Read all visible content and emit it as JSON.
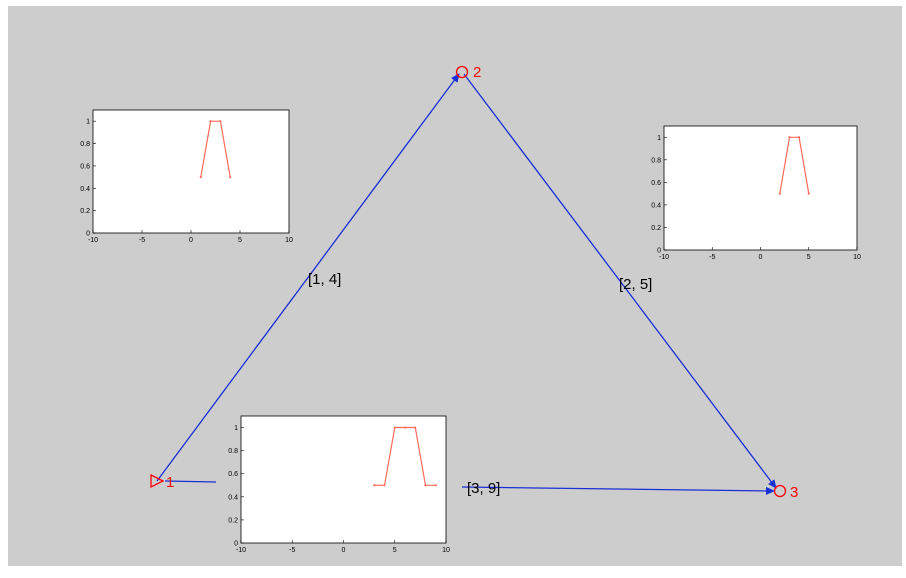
{
  "colors": {
    "background": "#cdcdcd",
    "edge": "#1a2fd6",
    "node": "#ff0000",
    "plot_line": "#ff6a5a",
    "plot_bg": "#ffffff"
  },
  "nodes": [
    {
      "id": "1",
      "label": "1",
      "marker": "triangle-right"
    },
    {
      "id": "2",
      "label": "2",
      "marker": "circle"
    },
    {
      "id": "3",
      "label": "3",
      "marker": "circle"
    }
  ],
  "edges": [
    {
      "from": "1",
      "to": "2",
      "label": "[1, 4]"
    },
    {
      "from": "2",
      "to": "3",
      "label": "[2, 5]"
    },
    {
      "from": "1",
      "to": "3",
      "label": "[3, 9]"
    }
  ],
  "chart_data": [
    {
      "type": "line",
      "edge": "[1, 4]",
      "x": [
        1,
        2,
        3,
        4
      ],
      "y": [
        0.5,
        1,
        1,
        0.5
      ],
      "xlim": [
        -10,
        10
      ],
      "ylim": [
        0,
        1.1
      ],
      "xticks": [
        "-10",
        "-5",
        "0",
        "5",
        "10"
      ],
      "yticks": [
        "0",
        "0.2",
        "0.4",
        "0.6",
        "0.8",
        "1"
      ]
    },
    {
      "type": "line",
      "edge": "[2, 5]",
      "x": [
        2,
        3,
        4,
        5
      ],
      "y": [
        0.5,
        1,
        1,
        0.5
      ],
      "xlim": [
        -10,
        10
      ],
      "ylim": [
        0,
        1.1
      ],
      "xticks": [
        "-10",
        "-5",
        "0",
        "5",
        "10"
      ],
      "yticks": [
        "0",
        "0.2",
        "0.4",
        "0.6",
        "0.8",
        "1"
      ]
    },
    {
      "type": "line",
      "edge": "[3, 9]",
      "x": [
        3,
        4,
        5,
        6,
        7,
        8,
        9
      ],
      "y": [
        0.5,
        0.5,
        1,
        1,
        1,
        0.5,
        0.5
      ],
      "xlim": [
        -10,
        10
      ],
      "ylim": [
        0,
        1.1
      ],
      "xticks": [
        "-10",
        "-5",
        "0",
        "5",
        "10"
      ],
      "yticks": [
        "0",
        "0.2",
        "0.4",
        "0.6",
        "0.8",
        "1"
      ]
    }
  ]
}
